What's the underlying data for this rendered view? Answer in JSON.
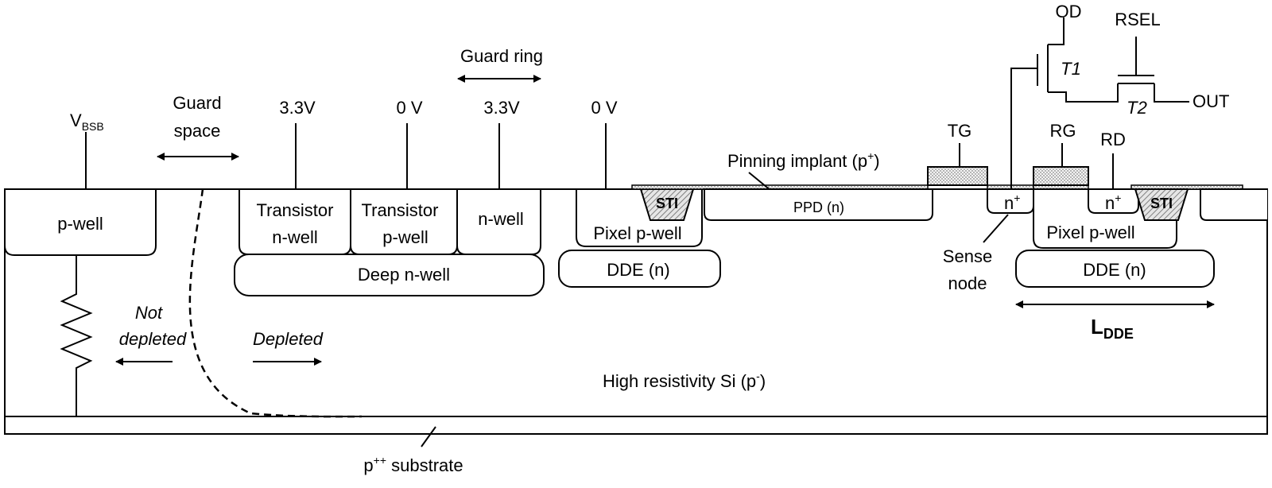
{
  "terminals": {
    "vbsb_main": "V",
    "vbsb_sub": "BSB",
    "v1": "3.3V",
    "v2": "0 V",
    "v3": "3.3V",
    "v4": "0 V",
    "tg": "TG",
    "rg": "RG",
    "rd": "RD",
    "od": "OD",
    "rsel": "RSEL",
    "out": "OUT"
  },
  "transistors": {
    "t1": "T1",
    "t2": "T2"
  },
  "labels": {
    "guard_space_1": "Guard",
    "guard_space_2": "space",
    "guard_ring": "Guard ring",
    "not_depleted_1": "Not",
    "not_depleted_2": "depleted",
    "depleted": "Depleted",
    "pinning_implant": "Pinning implant (p",
    "pinning_sup": "+",
    "pinning_close": ")",
    "sense_node_1": "Sense",
    "sense_node_2": "node",
    "l_dde_main": "L",
    "l_dde_sub": "DDE",
    "high_res_si": "High resistivity Si (p",
    "high_res_sup": "-",
    "high_res_close": ")",
    "substrate_base": "p",
    "substrate_sup": "++",
    "substrate_rest": " substrate"
  },
  "regions": {
    "p_well": "p-well",
    "transistor_nwell_1": "Transistor",
    "transistor_nwell_2": "n-well",
    "transistor_pwell_1": "Transistor",
    "transistor_pwell_2": "p-well",
    "n_well": "n-well",
    "deep_nwell": "Deep n-well",
    "pixel_pwell_left": "Pixel p-well",
    "dde_left": "DDE (n)",
    "sti_left": "STI",
    "ppd": "PPD (n)",
    "n_plus_1": "n",
    "n_plus_1_sup": "+",
    "n_plus_2": "n",
    "n_plus_2_sup": "+",
    "sti_right": "STI",
    "pixel_pwell_right": "Pixel p-well",
    "dde_right": "DDE (n)"
  }
}
